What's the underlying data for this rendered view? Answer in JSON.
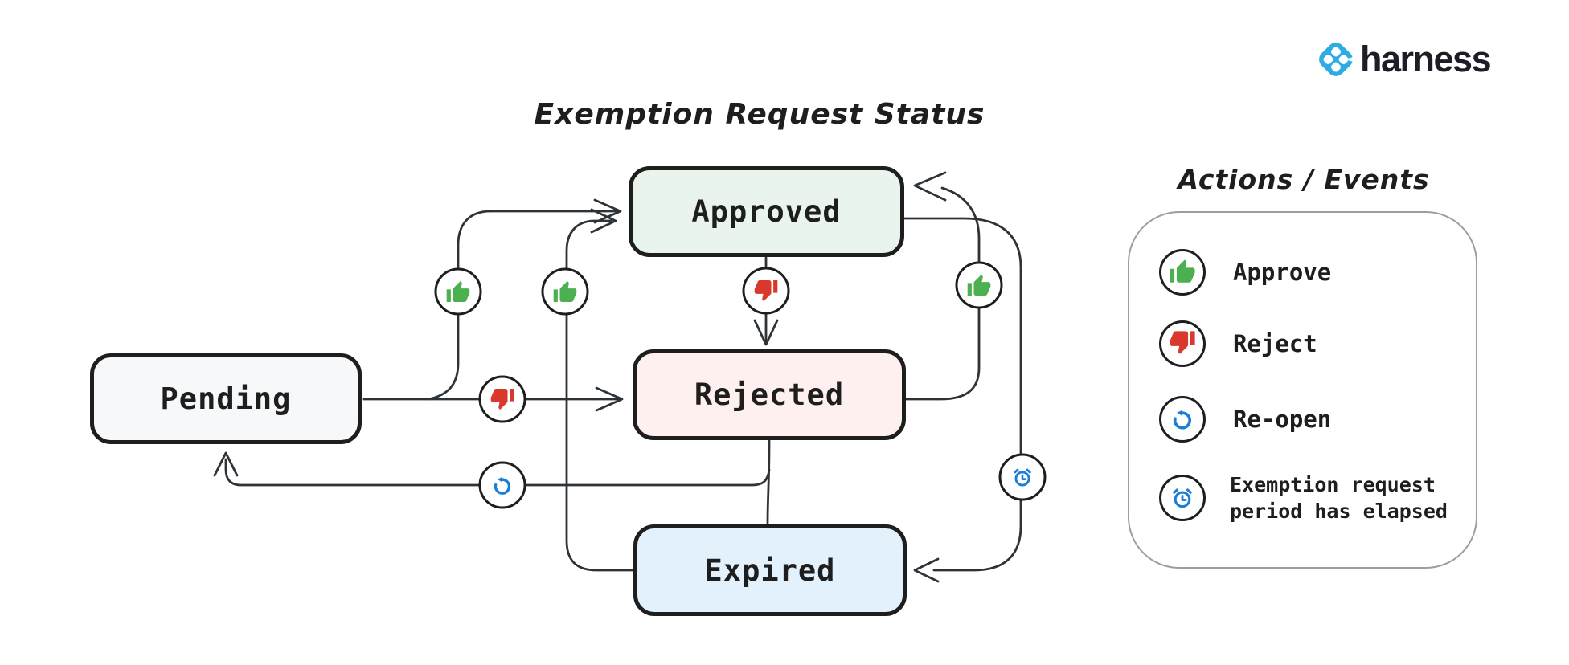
{
  "title": "Exemption Request Status",
  "brand": {
    "name": "harness",
    "logo_color": "#2cace3",
    "text_color": "#1d1d27"
  },
  "states": [
    {
      "id": "pending",
      "label": "Pending",
      "fill": "#f6f8f9"
    },
    {
      "id": "approved",
      "label": "Approved",
      "fill": "#e9f5ec"
    },
    {
      "id": "rejected",
      "label": "Rejected",
      "fill": "#fdf0ee"
    },
    {
      "id": "expired",
      "label": "Expired",
      "fill": "#e3f1fc"
    }
  ],
  "transitions": [
    {
      "from": "Pending",
      "to": "Approved",
      "action": "Approve"
    },
    {
      "from": "Pending",
      "to": "Rejected",
      "action": "Reject"
    },
    {
      "from": "Approved",
      "to": "Rejected",
      "action": "Reject"
    },
    {
      "from": "Rejected",
      "to": "Approved",
      "action": "Approve"
    },
    {
      "from": "Expired",
      "to": "Approved",
      "action": "Approve"
    },
    {
      "from": "Rejected",
      "to": "Pending",
      "action": "Re-open"
    },
    {
      "from": "Approved",
      "to": "Expired",
      "action": "Exemption request period has elapsed"
    },
    {
      "from": "Rejected",
      "to": "Expired",
      "action": ""
    }
  ],
  "legend": {
    "title": "Actions / Events",
    "items": [
      {
        "icon": "thumbs-up-icon",
        "label": "Approve",
        "color": "#4caf50"
      },
      {
        "icon": "thumbs-down-icon",
        "label": "Reject",
        "color": "#d9382c"
      },
      {
        "icon": "reopen-icon",
        "label": "Re-open",
        "color": "#1c7ed6"
      },
      {
        "icon": "alarm-clock-icon",
        "label": "Exemption request period has elapsed",
        "color": "#1c7ed6"
      }
    ]
  },
  "colors": {
    "line": "#2e3338",
    "node_border": "#1e1e1e"
  }
}
